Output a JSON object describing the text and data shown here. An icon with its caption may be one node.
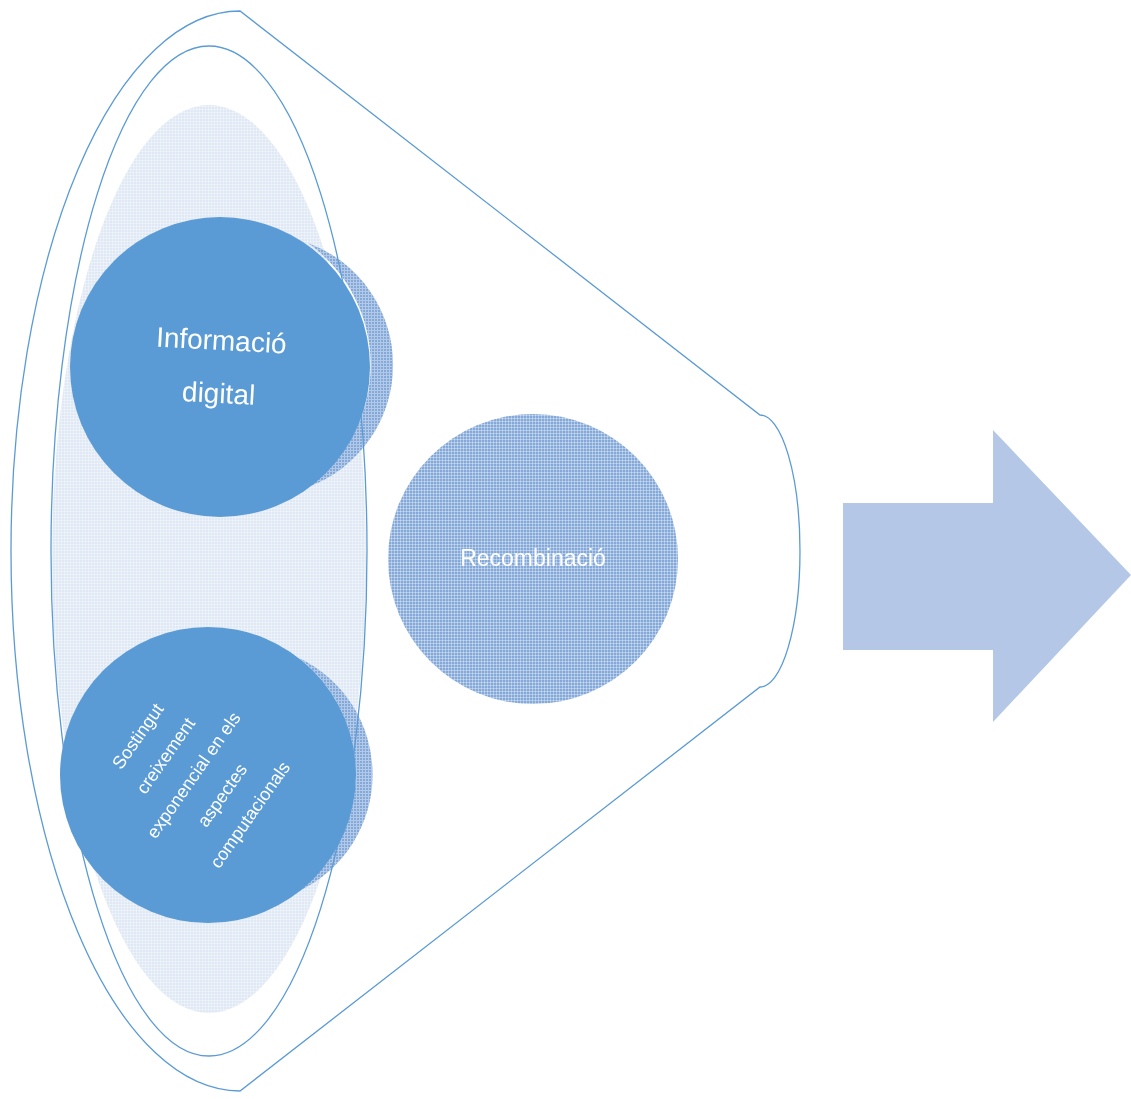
{
  "diagram": {
    "nodes": [
      {
        "text": [],
        "shape": "funnel"
      },
      {
        "text": [],
        "shape": "ellipse",
        "in": 0
      },
      {
        "text": [],
        "shape": "ellipse",
        "in": 1
      },
      {
        "text": [],
        "shape": "circle",
        "in": 0
      },
      {
        "text": [
          "Informació digital"
        ],
        "in": 2
      },
      {
        "text": [
          "Recombinació"
        ],
        "in": 0
      },
      {
        "text": [],
        "shape": "circle",
        "in": 2
      },
      {
        "text": [
          "Sostingut creixement exponencial en els aspectes computacionals"
        ],
        "in": 2
      },
      {
        "text": [],
        "shape": "arrow"
      }
    ]
  }
}
